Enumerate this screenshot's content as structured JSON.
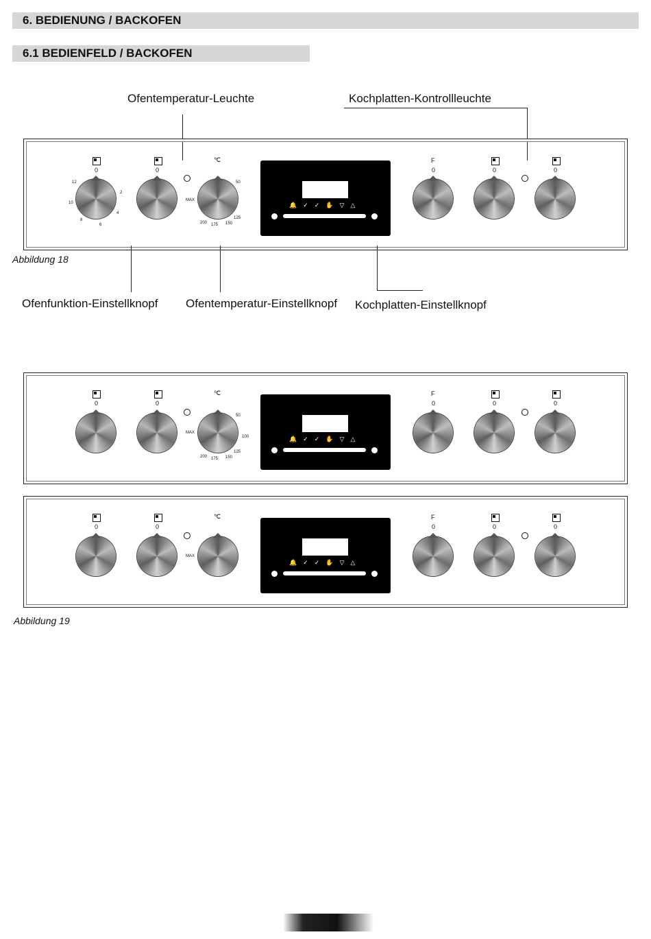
{
  "section_heading": "6. BEDIENUNG / BACKOFEN",
  "subsection_heading": "6.1 BEDIENFELD / BACKOFEN",
  "callouts": {
    "oven_temp_lamp": "Ofentemperatur-Leuchte",
    "hob_control_lamp": "Kochplatten-Kontrollleuchte",
    "oven_function_knob": "Ofenfunktion-Einstellknopf",
    "oven_temp_knob": "Ofentemperatur-Einstellknopf",
    "hob_knob": "Kochplatten-Einstellknopf"
  },
  "captions": {
    "figure18": "Abbildung 18",
    "figure19": "Abbildung 19"
  },
  "panel_labels": {
    "zero": "0",
    "celsius": "℃",
    "function": "F",
    "max": "MAX",
    "scale_left": [
      "12",
      "10",
      "8",
      "6",
      "4",
      "2"
    ],
    "temp_scale_a": [
      "50",
      "125",
      "150",
      "175",
      "200"
    ],
    "temp_scale_b": [
      "50",
      "100",
      "125",
      "150",
      "175",
      "200"
    ]
  }
}
